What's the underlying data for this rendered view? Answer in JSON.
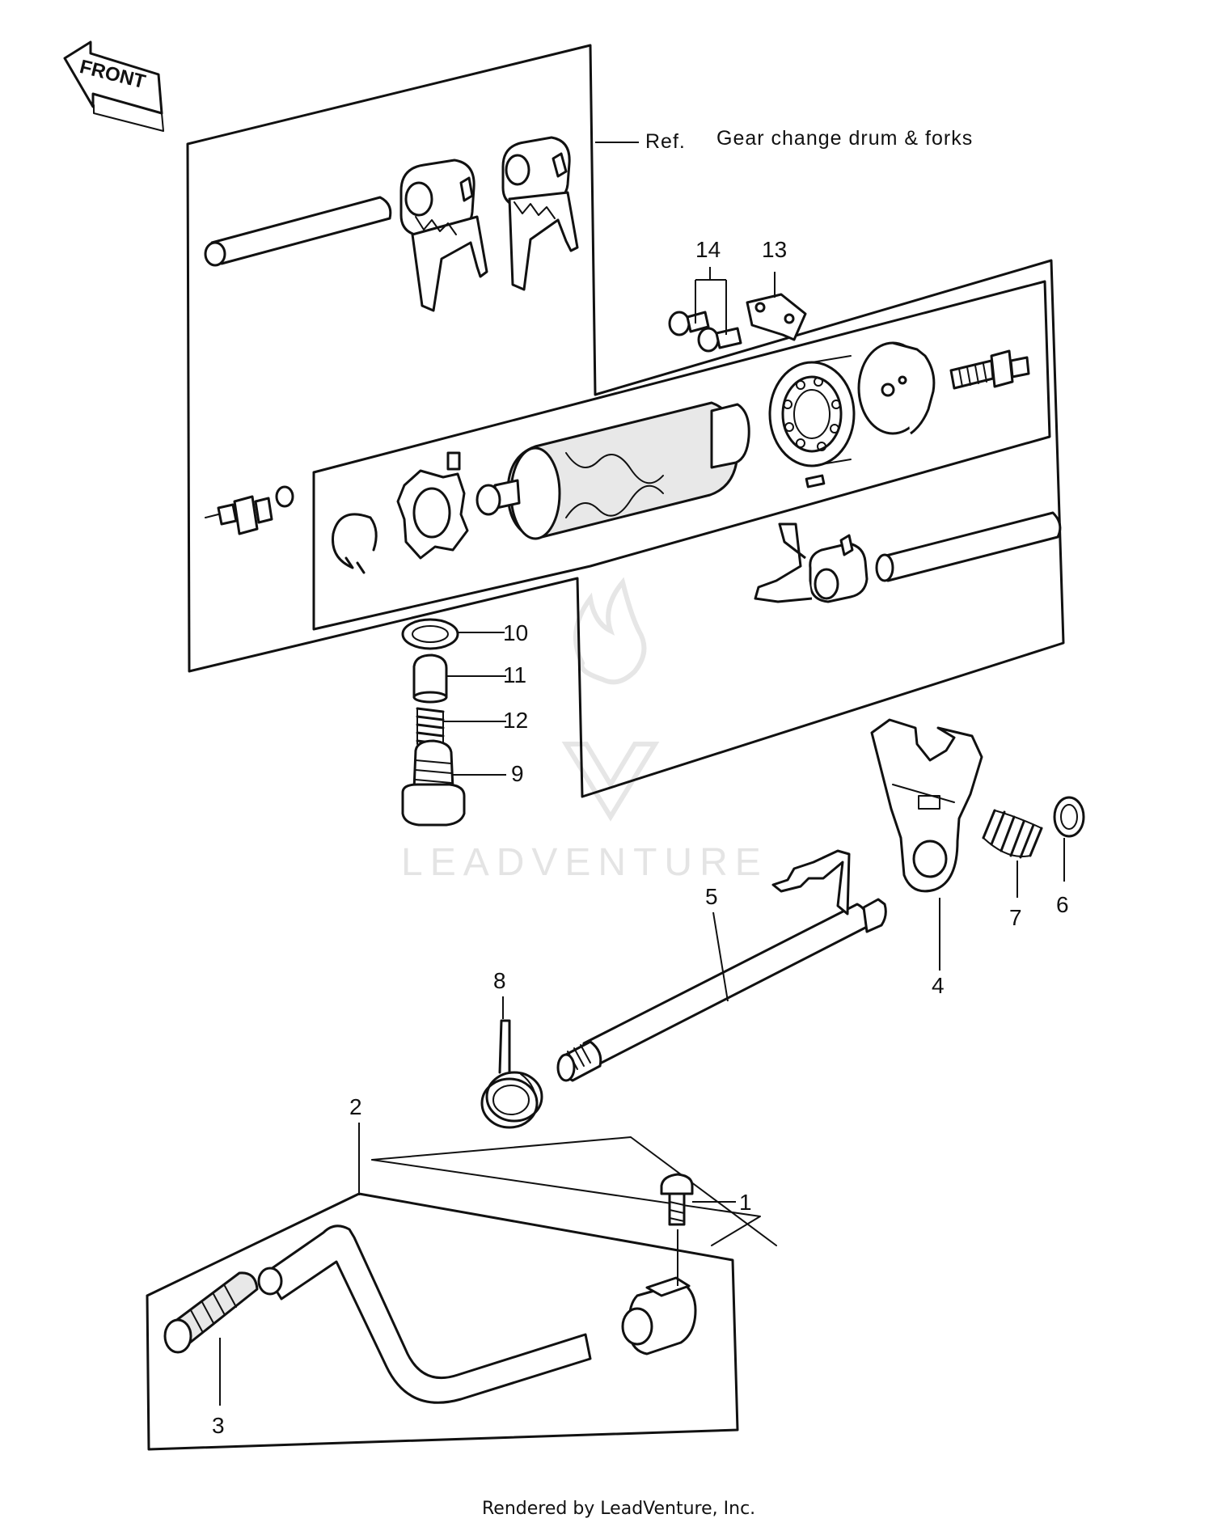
{
  "direction_label": "FRONT",
  "reference_label": "Ref.",
  "reference_text": "Gear change drum & forks",
  "callouts": {
    "c1": "1",
    "c2": "2",
    "c3": "3",
    "c4": "4",
    "c5": "5",
    "c6": "6",
    "c7": "7",
    "c8": "8",
    "c9": "9",
    "c10": "10",
    "c11": "11",
    "c12": "12",
    "c13": "13",
    "c14": "14"
  },
  "watermark": "LEADVENTURE",
  "footer": "Rendered by LeadVenture, Inc.",
  "colors": {
    "ink": "#111111",
    "paper": "#ffffff",
    "watermark": "#e4e4e4"
  }
}
